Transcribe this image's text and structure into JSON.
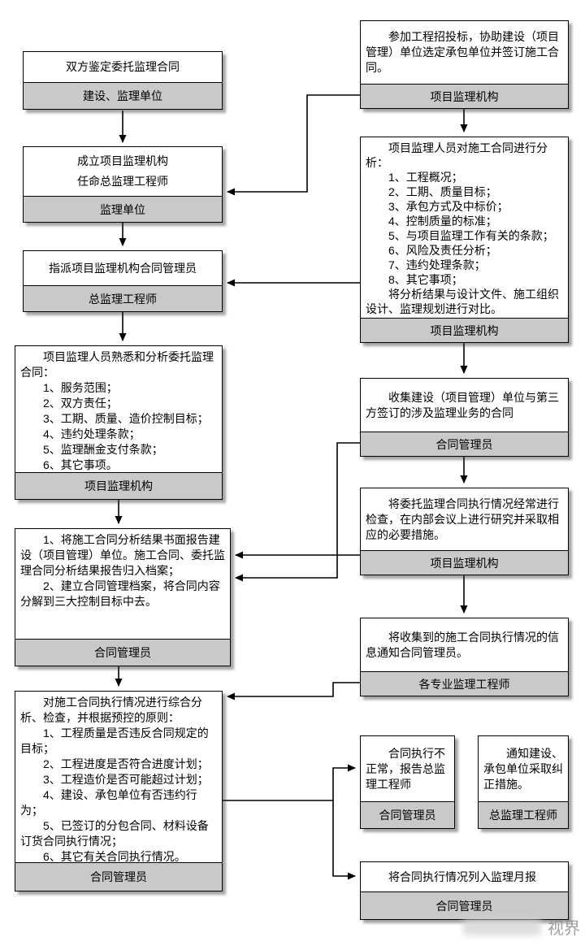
{
  "colors": {
    "box_border": "#000000",
    "footer_bg": "#c9c9c9",
    "line": "#000000"
  },
  "watermark": {
    "text": "视界"
  },
  "boxes": {
    "l1": {
      "content": [
        "双方鉴定委托监理合同"
      ],
      "footer": "建设、监理单位"
    },
    "l2": {
      "content": [
        "成立项目监理机构",
        "任命总监理工程师"
      ],
      "footer": "监理单位"
    },
    "l3": {
      "content": [
        "指派项目监理机构合同管理员"
      ],
      "footer": "总监理工程师"
    },
    "l4": {
      "content": [
        "项目监理人员熟悉和分析委托监理合同：",
        "1、服务范围；",
        "2、双方责任；",
        "3、工期、质量、造价控制目标；",
        "4、违约处理条款；",
        "5、监理酬金支付条款；",
        "6、其它事项。"
      ],
      "footer": "项目监理机构"
    },
    "l5": {
      "content": [
        "1、将施工合同分析结果书面报告建设（项目管理）单位。施工合同、委托监理合同分析结果报告归入档案；",
        "2、建立合同管理档案，将合同内容分解到三大控制目标中去。"
      ],
      "footer": "合同管理员"
    },
    "l6": {
      "content": [
        "对施工合同执行情况进行综合分析、检查，并根据预控的原则：",
        "1、工程质量是否违反合同规定的目标；",
        "2、工程进度是否符合进度计划；",
        "3、工程造价是否可能超过计划；",
        "4、建设、承包单位有否违约行为；",
        "5、已签订的分包合同、材料设备订货合同执行情况；",
        "6、其它有关合同执行情况。"
      ],
      "footer": "合同管理员"
    },
    "r1": {
      "content": [
        "参加工程招投标，协助建设（项目管理）单位选定承包单位并签订施工合同。"
      ],
      "footer": "项目监理机构"
    },
    "r2": {
      "content": [
        "项目监理人员对施工合同进行分析：",
        "1、工程概况；",
        "2、工期、质量目标；",
        "3、承包方式及中标价；",
        "4、控制质量的标准；",
        "5、与项目监理工作有关的条款；",
        "6、风险及责任分析；",
        "7、违约处理条款；",
        "8、其它事项；",
        "将分析结果与设计文件、施工组织设计、监理规划进行对比。"
      ],
      "footer": "项目监理机构"
    },
    "r3": {
      "content": [
        "收集建设（项目管理）单位与第三方签订的涉及监理业务的合同"
      ],
      "footer": "合同管理员"
    },
    "r4": {
      "content": [
        "将委托监理合同执行情况经常进行检查，在内部会议上进行研究并采取相应的必要措施。"
      ],
      "footer": "项目监理机构"
    },
    "r5": {
      "content": [
        "将收集到的施工合同执行情况的信息通知合同管理员。"
      ],
      "footer": "各专业监理工程师"
    },
    "r6a": {
      "content": [
        "合同执行不正常，报告总监理工程师"
      ],
      "footer": "合同管理员"
    },
    "r6b": {
      "content": [
        "通知建设、承包单位采取纠正措施。"
      ],
      "footer": "总监理工程师"
    },
    "r7": {
      "content": [
        "将合同执行情况列入监理月报"
      ],
      "footer": "合同管理员"
    }
  }
}
